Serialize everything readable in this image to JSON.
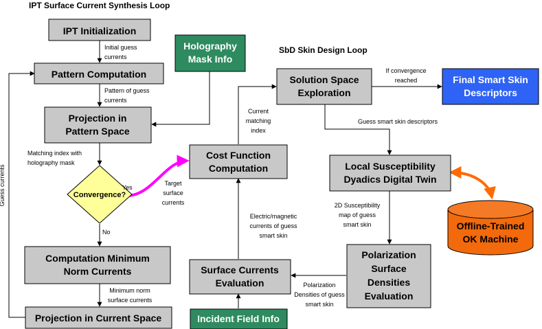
{
  "titles": {
    "ipt_loop": "IPT Surface Current Synthesis Loop",
    "sbd_loop": "SbD Skin Design Loop"
  },
  "boxes": {
    "ipt_init": [
      "IPT Initialization"
    ],
    "pattern_comp": [
      "Pattern Computation"
    ],
    "projection_pattern": [
      "Projection in",
      "Pattern Space"
    ],
    "convergence": [
      "Convergence?"
    ],
    "min_norm": [
      "Computation Minimum",
      "Norm Currents"
    ],
    "projection_current": [
      "Projection in Current Space"
    ],
    "holography": [
      "Holography",
      "Mask Info"
    ],
    "solution_space": [
      "Solution Space",
      "Exploration"
    ],
    "final_descriptors": [
      "Final Smart Skin",
      "Descriptors"
    ],
    "cost_function": [
      "Cost Function",
      "Computation"
    ],
    "local_susceptibility": [
      "Local Susceptibility",
      "Dyadics Digital Twin"
    ],
    "ok_machine": [
      "Offline-Trained",
      "OK Machine"
    ],
    "polarization": [
      "Polarization",
      "Surface",
      "Densities",
      "Evaluation"
    ],
    "surface_currents": [
      "Surface Currents",
      "Evaluation"
    ],
    "incident_field": [
      "Incident Field Info"
    ]
  },
  "annotations": {
    "initial_guess": [
      "Initial guess",
      "currents"
    ],
    "pattern_guess": [
      "Pattern of  guess",
      "currents"
    ],
    "matching_holography": [
      "Matching index with",
      "holography mask"
    ],
    "yes": [
      "Yes"
    ],
    "no": [
      "No"
    ],
    "target_currents": [
      "Target",
      "surface",
      "currents"
    ],
    "min_norm_surface": [
      "Minimum norm",
      "surface currents"
    ],
    "guess_currents_vertical": [
      "Guess currents"
    ],
    "current_matching": [
      "Current",
      "matching",
      "index"
    ],
    "if_convergence": [
      "If convergence",
      "reached"
    ],
    "guess_descriptors": [
      "Guess smart skin descriptors"
    ],
    "susceptibility_map": [
      "2D Susceptibility",
      "map of guess",
      "smart skin"
    ],
    "electric_magnetic": [
      "Electric/magnetic",
      "currents of guess",
      "smart skin"
    ],
    "polarization_densities": [
      "Polarization",
      "Densities of guess",
      "smart skin"
    ]
  },
  "colors": {
    "gray_box": "#c8c8c8",
    "green_box": "#2e8b5f",
    "blue_box": "#2f63f5",
    "orange_cylinder": "#f26a0c",
    "yellow_diamond": "#ffff99",
    "magenta_arrow": "#ff00ff",
    "orange_arrow": "#ff6a00"
  }
}
